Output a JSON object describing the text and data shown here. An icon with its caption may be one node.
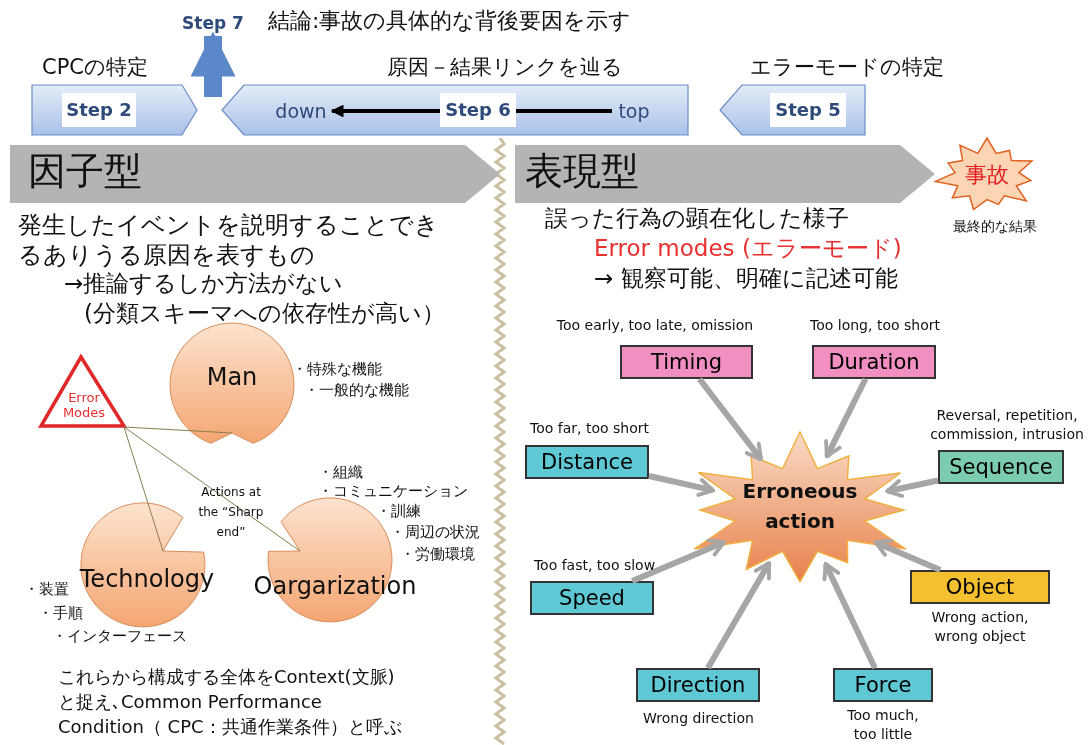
{
  "diagram": {
    "nodes": [
      {
        "text": [
          "CPCの特定",
          "Step 2"
        ]
      },
      {
        "text": [
          "Step 7"
        ],
        "beside": [
          "結論:事故の具体的な背後要因を示す"
        ]
      },
      {
        "text": [
          "原因－結果リンクを辿る",
          "Step 6"
        ]
      },
      {
        "text": [
          "down"
        ],
        "in": 2
      },
      {
        "text": [
          "top"
        ],
        "in": 2
      },
      {
        "text": [
          "エラーモードの特定",
          "Step 5"
        ]
      },
      {
        "text": [
          "因子型"
        ]
      },
      {
        "text": [
          "表現型"
        ]
      },
      {
        "text": [
          "事故"
        ],
        "beside": [
          "最終的な結果"
        ]
      },
      {
        "text": [
          "Error Modes"
        ]
      },
      {
        "text": [
          "Man"
        ],
        "beside": [
          "・特殊な機能",
          "・一般的な機能"
        ]
      },
      {
        "text": [
          "Technology"
        ],
        "beside": [
          "・装置",
          "・手順",
          "・インターフェース"
        ]
      },
      {
        "text": [
          "Oargarization"
        ],
        "beside": [
          "・組織",
          "・コミュニケーション",
          "・訓練",
          "・周辺の状況",
          "・労働環境"
        ]
      },
      {
        "text": [
          "Timing"
        ],
        "beside": [
          "Too early, too late, omission"
        ]
      },
      {
        "text": [
          "Duration"
        ],
        "beside": [
          "Too long, too short"
        ]
      },
      {
        "text": [
          "Distance"
        ],
        "beside": [
          "Too far, too short"
        ]
      },
      {
        "text": [
          "Sequence"
        ],
        "beside": [
          "Reversal, repetition, commission, intrusion"
        ]
      },
      {
        "text": [
          "Erroneous action"
        ]
      },
      {
        "text": [
          "Speed"
        ],
        "beside": [
          "Too fast, too slow"
        ]
      },
      {
        "text": [
          "Object"
        ],
        "beside": [
          "Wrong action, wrong object"
        ]
      },
      {
        "text": [
          "Direction"
        ],
        "beside": [
          "Wrong direction"
        ]
      },
      {
        "text": [
          "Force"
        ],
        "beside": [
          "Too much, too little"
        ]
      }
    ],
    "edges": [
      {
        "from": 4,
        "to": 3,
        "arrow": "to",
        "color": "#000000"
      },
      {
        "from": 9,
        "to": 10,
        "arrow": "none",
        "color": "#8b7d50"
      },
      {
        "from": 9,
        "to": 12,
        "arrow": "none",
        "color": "#8b7d50"
      },
      {
        "from": 9,
        "to": 11,
        "arrow": "none",
        "color": "#8b7d50"
      },
      {
        "from": 13,
        "to": 17,
        "arrow": "to"
      },
      {
        "from": 14,
        "to": 17,
        "arrow": "to"
      },
      {
        "from": 15,
        "to": 17,
        "arrow": "to"
      },
      {
        "from": 16,
        "to": 17,
        "arrow": "to"
      },
      {
        "from": 18,
        "to": 17,
        "arrow": "to"
      },
      {
        "from": 19,
        "to": 17,
        "arrow": "to"
      },
      {
        "from": 20,
        "to": 17,
        "arrow": "to"
      },
      {
        "from": 21,
        "to": 17,
        "arrow": "to"
      },
      {
        "from": null,
        "to": 1,
        "arrow": "to",
        "style": "thick",
        "color": "#5a88c8"
      }
    ],
    "labels": [
      "発生したイベントを説明することできるありうる原因を表すもの",
      "→推論するしか方法がない",
      "(分類スキーマへの依存性が高い）",
      "Actions at the “Sharp end”",
      "これらから構成する全体をContext(文脈)と捉え､Common Performance Condition（ CPC：共通作業条件）と呼ぶ",
      "誤った行為の顕在化した様子",
      "Error modes (エラーモード)",
      "→ 観察可能、明確に記述可能"
    ]
  }
}
